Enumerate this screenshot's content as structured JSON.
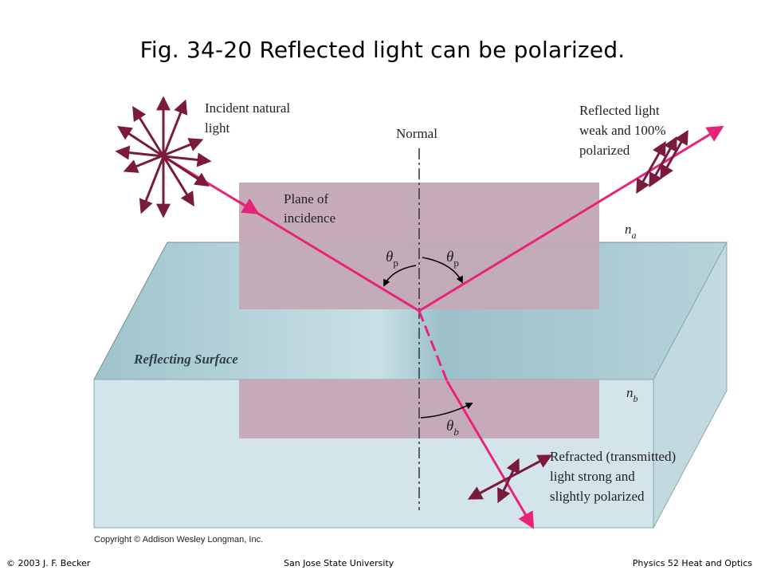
{
  "title": "Fig. 34-20  Reflected light can be polarized.",
  "labels": {
    "incident_1": "Incident natural",
    "incident_2": "light",
    "normal": "Normal",
    "reflected_1": "Reflected light",
    "reflected_2": "weak and 100%",
    "reflected_3": "polarized",
    "plane_1": "Plane of",
    "plane_2": "incidence",
    "na": "n",
    "na_sub": "a",
    "nb": "n",
    "nb_sub": "b",
    "theta": "θ",
    "theta_p_sub": "p",
    "theta_b_sub": "b",
    "surface": "Reflecting Surface",
    "refracted_1": "Refracted (transmitted)",
    "refracted_2": "light strong and",
    "refracted_3": "slightly polarized",
    "copyright": "Copyright © Addison Wesley Longman, Inc."
  },
  "footer": {
    "left": "© 2003 J. F. Becker",
    "center": "San Jose State University",
    "right": "Physics 52 Heat and Optics"
  },
  "colors": {
    "ray": "#e8237a",
    "arrow": "#7a1b3d",
    "plane": "#c4a9b6",
    "slab_top": "#a9cbd3",
    "slab_front": "#d3e5ea",
    "slab_side": "#c2d9df"
  }
}
